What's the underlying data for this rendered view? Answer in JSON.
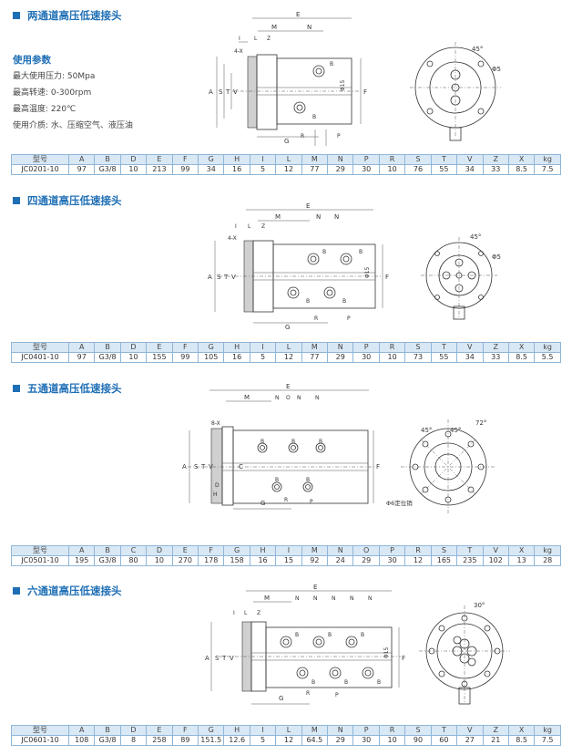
{
  "sections": [
    {
      "title": "两通道高压低速接头",
      "header": [
        "型号",
        "A",
        "B",
        "D",
        "E",
        "F",
        "G",
        "H",
        "I",
        "L",
        "M",
        "N",
        "P",
        "R",
        "S",
        "T",
        "V",
        "Z",
        "X",
        "kg"
      ],
      "row": [
        "JC0201-10",
        "97",
        "G3/8",
        "10",
        "213",
        "99",
        "34",
        "16",
        "5",
        "12",
        "77",
        "29",
        "30",
        "10",
        "76",
        "55",
        "34",
        "33",
        "8.5",
        "7.5"
      ]
    },
    {
      "title": "四通道高压低速接头",
      "header": [
        "型号",
        "A",
        "B",
        "D",
        "E",
        "F",
        "G",
        "H",
        "I",
        "L",
        "M",
        "N",
        "P",
        "R",
        "S",
        "T",
        "V",
        "Z",
        "X",
        "kg"
      ],
      "row": [
        "JC0401-10",
        "97",
        "G3/8",
        "10",
        "155",
        "99",
        "105",
        "16",
        "5",
        "12",
        "77",
        "29",
        "30",
        "10",
        "73",
        "55",
        "34",
        "33",
        "8.5",
        "5.5"
      ]
    },
    {
      "title": "五通道高压低速接头",
      "header": [
        "型号",
        "A",
        "B",
        "C",
        "D",
        "E",
        "F",
        "G",
        "H",
        "I",
        "M",
        "N",
        "O",
        "P",
        "R",
        "S",
        "T",
        "V",
        "X",
        "kg"
      ],
      "row": [
        "JC0501-10",
        "195",
        "G3/8",
        "80",
        "10",
        "270",
        "178",
        "158",
        "16",
        "15",
        "92",
        "24",
        "29",
        "30",
        "12",
        "165",
        "235",
        "102",
        "13",
        "28"
      ]
    },
    {
      "title": "六通道高压低速接头",
      "header": [
        "型号",
        "A",
        "B",
        "D",
        "E",
        "F",
        "G",
        "H",
        "I",
        "L",
        "M",
        "N",
        "P",
        "R",
        "S",
        "T",
        "V",
        "Z",
        "X",
        "kg"
      ],
      "row": [
        "JC0601-10",
        "108",
        "G3/8",
        "8",
        "258",
        "89",
        "151.5",
        "12.6",
        "5",
        "12",
        "64.5",
        "29",
        "30",
        "10",
        "90",
        "60",
        "27",
        "21",
        "8.5",
        "7.5"
      ]
    }
  ],
  "params": {
    "heading": "使用参数",
    "lines": [
      "最大使用压力: 50Mpa",
      "最高转速: 0-300rpm",
      "最高温度: 220℃",
      "使用介质: 水、压缩空气、液压油"
    ]
  },
  "drawing_labels": {
    "e": "E",
    "m": "M",
    "n": "N",
    "o": "O",
    "i": "I",
    "l": "L",
    "z": "Z",
    "h": "H",
    "a": "A",
    "s": "S",
    "t": "T",
    "v": "V",
    "f": "F",
    "g": "G",
    "r": "R",
    "p": "P",
    "b": "B",
    "c": "C",
    "d": "D",
    "x4": "4-X",
    "x8": "8-X",
    "phi15": "Φ15",
    "phi5": "Φ5",
    "ang45": "45°",
    "ang72": "72°",
    "ang30": "30°",
    "pin": "Φ6定位销"
  }
}
